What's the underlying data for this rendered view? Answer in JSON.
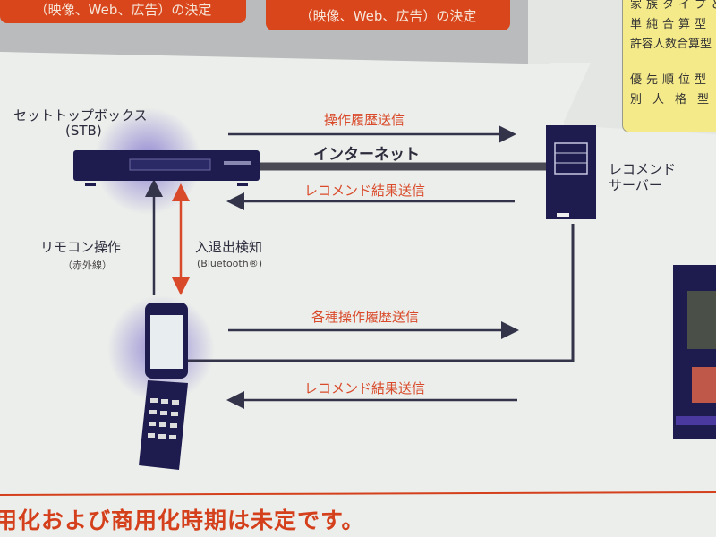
{
  "top_boxes": [
    {
      "label": "（映像、Web、広告）の決定"
    },
    {
      "label": "（映像、Web、広告）の決定"
    }
  ],
  "side_panel": {
    "lines": [
      "家族タイプと",
      "単純合算型",
      "許容人数合算型",
      "優先順位型",
      "別人格型"
    ]
  },
  "diagram": {
    "stb": {
      "label": "セットトップボックス",
      "sub": "(STB)"
    },
    "server": {
      "line1": "レコメンド",
      "line2": "サーバー"
    },
    "internet_label": "インターネット",
    "arrows": {
      "stb_send": "操作履歴送信",
      "stb_receive": "レコメンド結果送信",
      "phone_send": "各種操作履歴送信",
      "phone_receive": "レコメンド結果送信"
    },
    "remote": {
      "label": "リモコン操作",
      "sub": "（赤外線）"
    },
    "presence": {
      "label": "入退出検知",
      "sub": "(Bluetooth®)"
    }
  },
  "footer_text": "用化および商用化時期は未定です。",
  "colors": {
    "accent_red": "#d94a2a",
    "navy": "#1e1b4e",
    "orange": "#d9461c",
    "yellow": "#f5ea8a"
  }
}
